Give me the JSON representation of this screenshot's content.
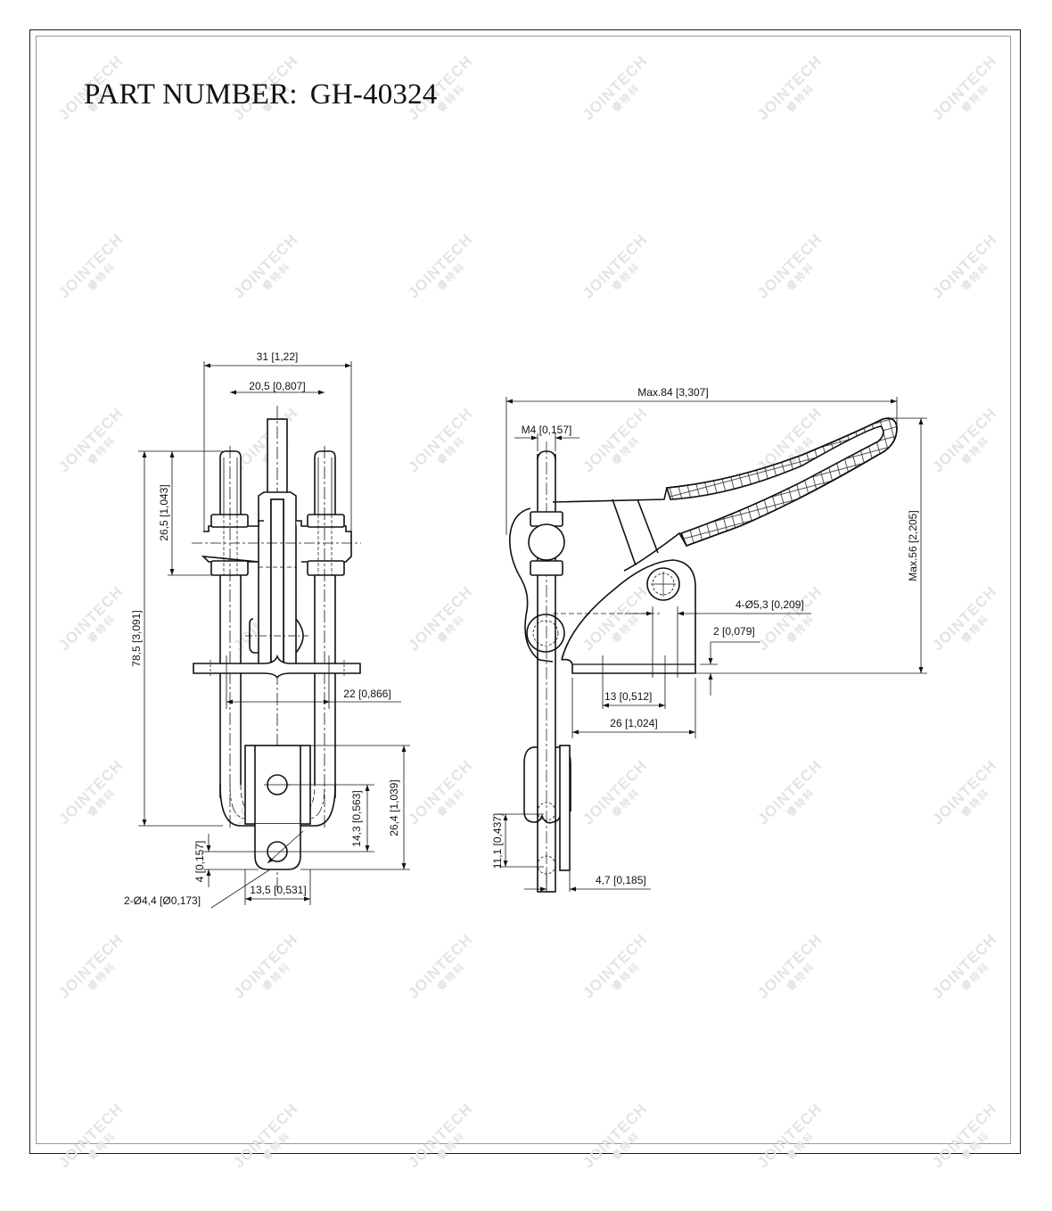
{
  "title": {
    "label": "PART NUMBER:",
    "part_number": "GH-40324"
  },
  "watermark": {
    "text": "JOINTECH",
    "subtext": "睿特科"
  },
  "front_view": {
    "dim_overall_width": "31 [1,22]",
    "dim_bolt_spacing": "20,5 [0,807]",
    "dim_bolt_height": "26,5 [1,043]",
    "dim_overall_height": "78,5 [3,091]",
    "dim_inner_width": "22 [0,866]",
    "dim_hole_to_tip": "14,3 [0,563]",
    "dim_tab_height": "26,4 [1,039]",
    "dim_hole_edge": "4 [0,157]",
    "dim_tab_width": "13,5 [0,531]",
    "dim_hole_dia": "2-Ø4,4 [Ø0,173]"
  },
  "side_view": {
    "dim_max_length": "Max.84 [3,307]",
    "dim_thread": "M4 [0,157]",
    "dim_max_height": "Max.56 [2,205]",
    "dim_mount_holes": "4-Ø5,3 [0,209]",
    "dim_base_thickness": "2 [0,079]",
    "dim_hole_spacing": "13 [0,512]",
    "dim_base_length": "26 [1,024]",
    "dim_pad_offset": "11,1 [0,437]",
    "dim_pad_thickness": "4,7 [0,185]"
  }
}
